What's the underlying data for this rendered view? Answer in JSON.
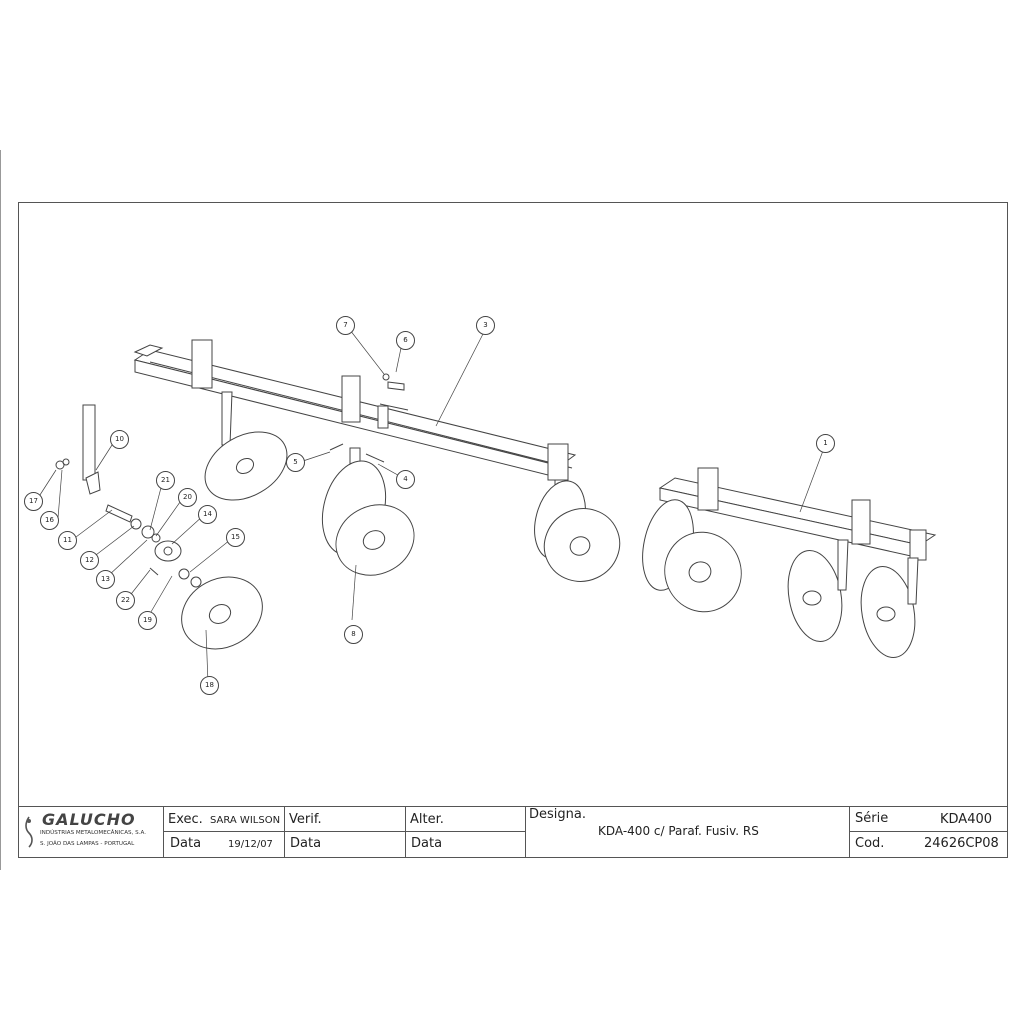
{
  "title_block": {
    "company": "GALUCHO",
    "company_line1": "INDÚSTRIAS METALOMECÂNICAS, S.A.",
    "company_line2": "S. JOÃO DAS LAMPAS - PORTUGAL",
    "exec_label": "Exec.",
    "exec_value": "SARA WILSON",
    "data_label": "Data",
    "data_value": "19/12/07",
    "verif_label": "Verif.",
    "verif_data_label": "Data",
    "alter_label": "Alter.",
    "alter_data_label": "Data",
    "designa_label": "Designa.",
    "designa_value": "KDA-400 c/ Paraf. Fusiv. RS",
    "serie_label": "Série",
    "serie_value": "KDA400",
    "cod_label": "Cod.",
    "cod_value": "24626CP08"
  },
  "callouts": [
    "1",
    "3",
    "4",
    "5",
    "6",
    "7",
    "8",
    "10",
    "11",
    "12",
    "13",
    "14",
    "15",
    "16",
    "17",
    "18",
    "19",
    "20",
    "21",
    "22"
  ]
}
